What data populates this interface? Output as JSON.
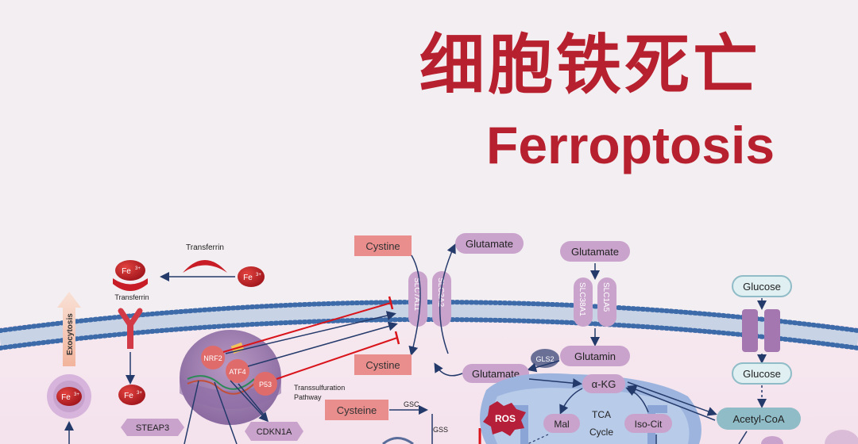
{
  "title": {
    "cn": "细胞铁死亡",
    "en": "Ferroptosis"
  },
  "labels": {
    "transferrin_top": "Transferrin",
    "transferrin_receptor": "Transferrin",
    "exocytosis": "Exocytosis",
    "fe3": "Fe",
    "fe3_sup": "3+",
    "cystine": "Cystine",
    "glutamate": "Glutamate",
    "slc7a11": "SLC7A11",
    "slc3a2": "SLC3A2",
    "slc38a1": "SLC38A1",
    "slc1a5": "SLC1A5",
    "glucose": "Glucose",
    "nrf2": "NRF2",
    "atf4": "ATF4",
    "p53": "P53",
    "gls2": "GLS2",
    "glutamin": "Glutamin",
    "akg": "α-KG",
    "transsulfuration": "Transsulfuration",
    "pathway": "Pathway",
    "cysteine": "Cysteine",
    "gsc": "GSC",
    "gss": "GSS",
    "ros": "ROS",
    "mal": "Mal",
    "tca": "TCA",
    "cycle": "Cycle",
    "isocit": "Iso-Cit",
    "acetyl_coa": "Acetyl-CoA",
    "steap3": "STEAP3",
    "cdkn1a": "CDKN1A"
  },
  "colors": {
    "brand_red": "#b7202e",
    "salmon": "#e98d8d",
    "lavender": "#c9a3cc",
    "membrane_blue": "#3d6aa8",
    "mito_blue": "#9db5de",
    "teal": "#8fbcc7",
    "inhibit_red": "#d9141b",
    "arrow_navy": "#243a6b"
  }
}
